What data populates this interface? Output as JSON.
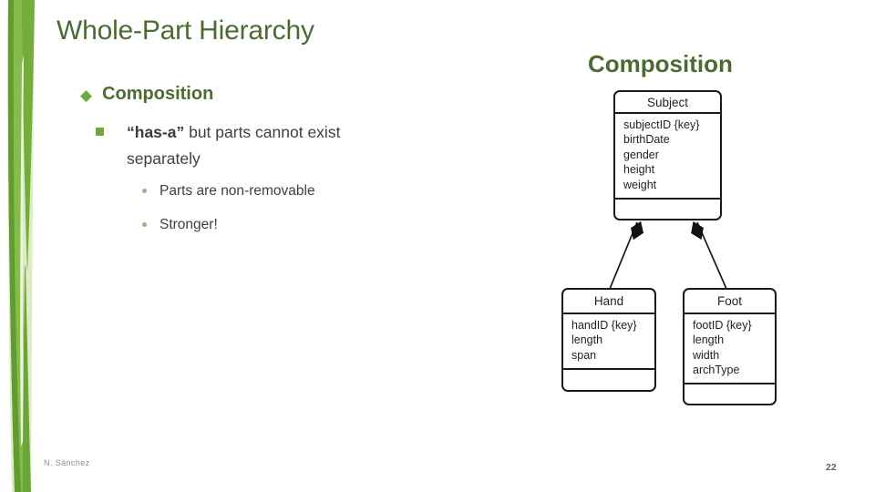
{
  "slide": {
    "title": "Whole-Part Hierarchy",
    "footer_author": "N. Sánchez",
    "page_number": "22"
  },
  "icons": {
    "diamond_bullet": "◆",
    "square_bullet": "",
    "dot_bullet": ""
  },
  "content": {
    "bullet1_label": "Composition",
    "bullet2_bold": "“has-a”",
    "bullet2_rest": " but parts cannot exist separately",
    "bullet3a": "Parts are non-removable",
    "bullet3b": "Stronger!"
  },
  "diagram": {
    "heading": "Composition",
    "relationship": "composition",
    "subject": {
      "title": "Subject",
      "attributes": [
        "subjectID {key}",
        "birthDate",
        "gender",
        "height",
        "weight"
      ]
    },
    "hand": {
      "title": "Hand",
      "attributes": [
        "handID {key}",
        "length",
        "span"
      ]
    },
    "foot": {
      "title": "Foot",
      "attributes": [
        "footID {key}",
        "length",
        "width",
        "archType"
      ]
    }
  },
  "colors": {
    "accent_green_dark": "#4d6b31",
    "accent_green": "#6fa83d",
    "body_text": "#3f3f3f",
    "page_number": "#4e6780",
    "line_black": "#1a1a1a"
  }
}
